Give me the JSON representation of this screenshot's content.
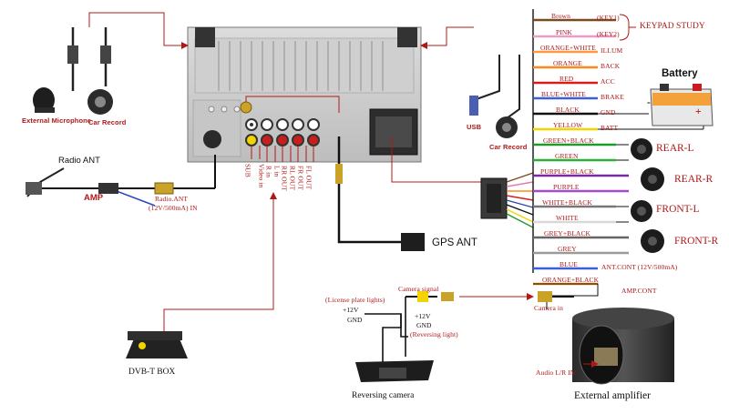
{
  "wires": [
    {
      "label": "Brown",
      "fn": "(KEY1)"
    },
    {
      "label": "PINK",
      "fn": "(KEY2)"
    },
    {
      "label": "ORANGE+WHITE",
      "fn": "ILLUM"
    },
    {
      "label": "ORANGE",
      "fn": "BACK"
    },
    {
      "label": "RED",
      "fn": "ACC"
    },
    {
      "label": "BLUE+WHITE",
      "fn": "BRAKE"
    },
    {
      "label": "BLACK",
      "fn": "GND"
    },
    {
      "label": "YELLOW",
      "fn": "BATT"
    },
    {
      "label": "GREEN+BLACK",
      "fn": ""
    },
    {
      "label": "GREEN",
      "fn": ""
    },
    {
      "label": "PURPLE+BLACK",
      "fn": ""
    },
    {
      "label": "PURPLE",
      "fn": ""
    },
    {
      "label": "WHITE+BLACK",
      "fn": ""
    },
    {
      "label": "WHITE",
      "fn": ""
    },
    {
      "label": "GREY+BLACK",
      "fn": ""
    },
    {
      "label": "GREY",
      "fn": ""
    },
    {
      "label": "BLUE",
      "fn": "ANT.CONT (12V/500mA)"
    },
    {
      "label": "ORANGE+BLACK",
      "fn": ""
    }
  ],
  "labels": {
    "keypad": "KEYPAD STUDY",
    "battery": "Battery",
    "rear_l": "REAR-L",
    "rear_r": "REAR-R",
    "front_l": "FRONT-L",
    "front_r": "FRONT-R",
    "amp_cont": "AMP.CONT",
    "ext_mic": "External Microphone",
    "car_record_left": "Car Record",
    "car_record_right": "Car Record",
    "usb": "USB",
    "radio_ant": "Radio ANT",
    "amp": "AMP",
    "radio_ant_small": "Radio.ANT",
    "radio_ant_spec": "(12V/500mA) IN",
    "gps_ant": "GPS ANT",
    "dvb_box": "DVB-T BOX",
    "camera_signal": "Camera signal",
    "license": "(License plate lights)",
    "plus12_left": "+12V",
    "gnd_left": "GND",
    "plus12_right": "+12V",
    "gnd_right": "GND",
    "reversing_light": "(Reversing light)",
    "reversing_camera": "Reversing camera",
    "camera_in": "Camera in",
    "audio_lr_in": "Audio L/R IN",
    "external_amplifier": "External amplifier",
    "plus": "+",
    "minus": "-"
  },
  "rca_labels": [
    "SUB",
    "Video in",
    "R in",
    "L in",
    "RR OUT",
    "RL OUT",
    "FR OUT",
    "FL OUT"
  ]
}
